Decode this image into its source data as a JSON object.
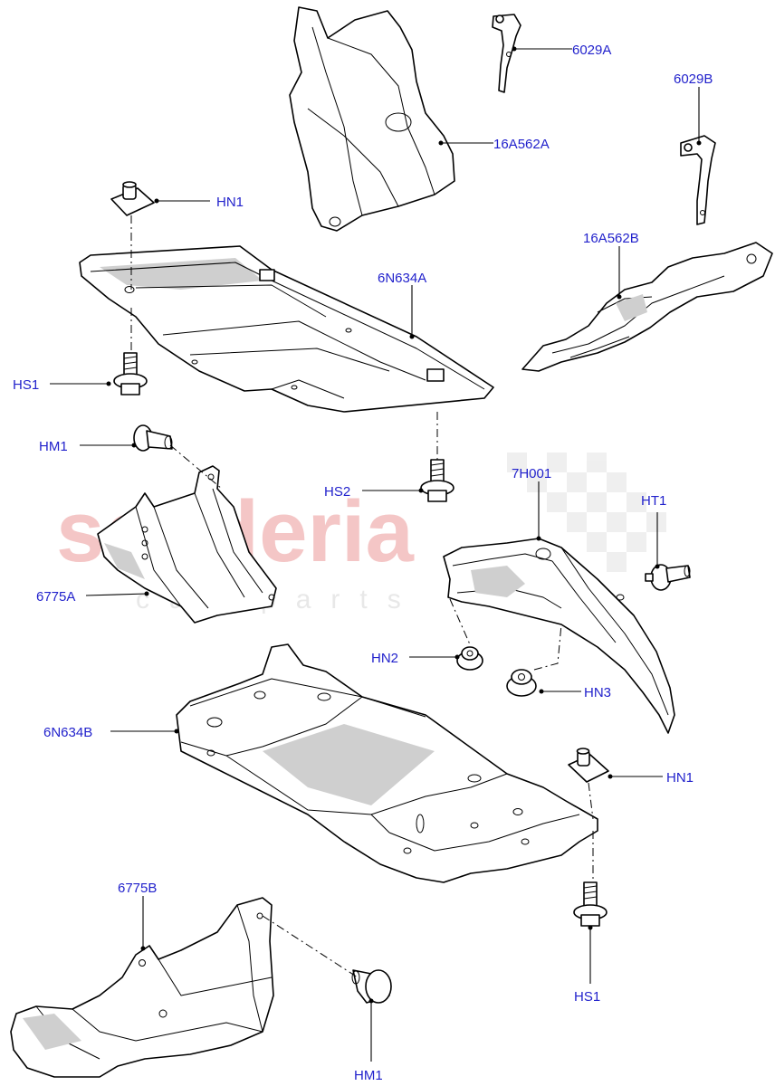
{
  "watermark": {
    "main": "scuderia",
    "sub": "car parts",
    "color": "#f4c6c6"
  },
  "label_color": "#2222cc",
  "callouts": [
    {
      "id": "6029A",
      "text": "6029A"
    },
    {
      "id": "6029B",
      "text": "6029B"
    },
    {
      "id": "16A562A",
      "text": "16A562A"
    },
    {
      "id": "HN1_top",
      "text": "HN1"
    },
    {
      "id": "6N634A",
      "text": "6N634A"
    },
    {
      "id": "16A562B",
      "text": "16A562B"
    },
    {
      "id": "HS1_top",
      "text": "HS1"
    },
    {
      "id": "HM1_top",
      "text": "HM1"
    },
    {
      "id": "HS2",
      "text": "HS2"
    },
    {
      "id": "7H001",
      "text": "7H001"
    },
    {
      "id": "HT1",
      "text": "HT1"
    },
    {
      "id": "6775A",
      "text": "6775A"
    },
    {
      "id": "HN2",
      "text": "HN2"
    },
    {
      "id": "HN3",
      "text": "HN3"
    },
    {
      "id": "6N634B",
      "text": "6N634B"
    },
    {
      "id": "HN1_bottom",
      "text": "HN1"
    },
    {
      "id": "6775B",
      "text": "6775B"
    },
    {
      "id": "HS1_bottom",
      "text": "HS1"
    },
    {
      "id": "HM1_bottom",
      "text": "HM1"
    }
  ]
}
